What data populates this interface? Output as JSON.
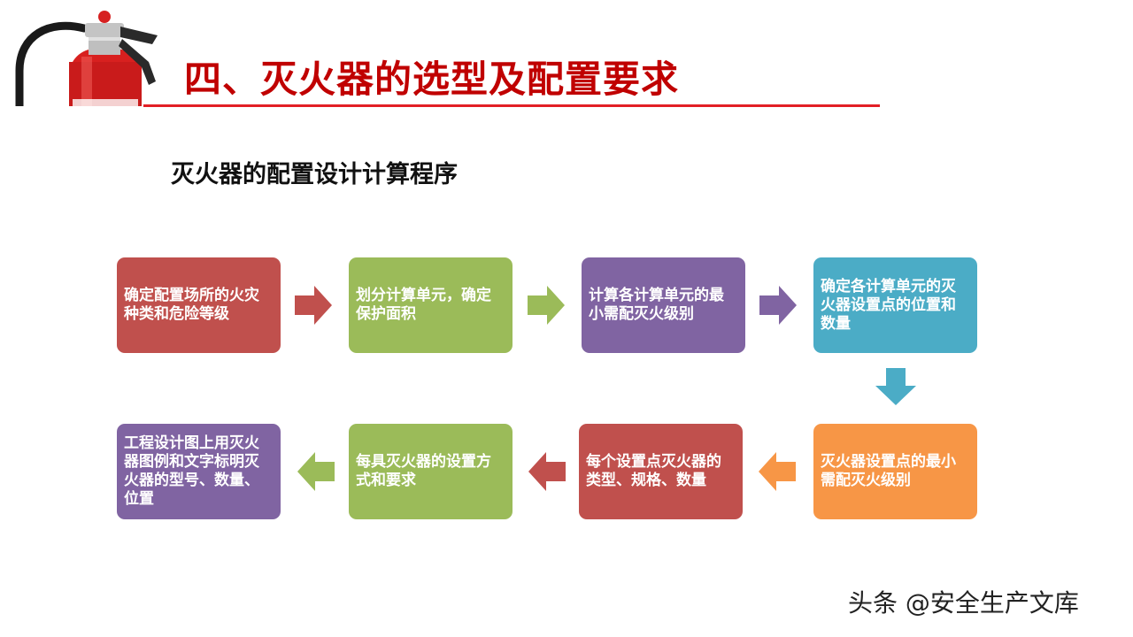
{
  "slide": {
    "title": "四、灭火器的选型及配置要求",
    "subtitle": "灭火器的配置设计计算程序"
  },
  "flow": {
    "row1": [
      {
        "text": "确定配置场所的火灾种类和危险等级",
        "color": "#c0504d"
      },
      {
        "text": "划分计算单元，确定保护面积",
        "color": "#9bbb59"
      },
      {
        "text": "计算各计算单元的最小需配灭火级别",
        "color": "#8064a2"
      },
      {
        "text": "确定各计算单元的灭火器设置点的位置和数量",
        "color": "#4bacc6"
      }
    ],
    "row2": [
      {
        "text": "工程设计图上用灭火器图例和文字标明灭火器的型号、数量、位置",
        "color": "#8064a2"
      },
      {
        "text": "每具灭火器的设置方式和要求",
        "color": "#9bbb59"
      },
      {
        "text": "每个设置点灭火器的类型、规格、数量",
        "color": "#c0504d"
      },
      {
        "text": "灭火器设置点的最小需配灭火级别",
        "color": "#f79646"
      }
    ]
  },
  "watermark": "头条 @安全生产文库",
  "colors": {
    "title": "#c00000",
    "title_rule": "#e21f26",
    "red": "#c0504d",
    "green": "#9bbb59",
    "purple": "#8064a2",
    "teal": "#4bacc6",
    "orange": "#f79646"
  },
  "icons": {
    "header_illustration": "fire-extinguisher-icon"
  }
}
